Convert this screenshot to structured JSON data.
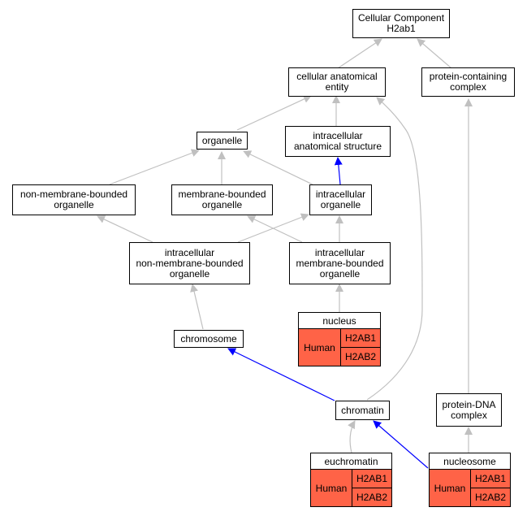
{
  "nodes": {
    "cc_root": "Cellular Component\nH2ab1",
    "cellular_anatomical_entity": "cellular anatomical\nentity",
    "protein_containing_complex": "protein-containing\ncomplex",
    "organelle": "organelle",
    "intracellular_anatomical_structure": "intracellular\nanatomical structure",
    "non_membrane_bounded_organelle": "non-membrane-bounded\norganelle",
    "membrane_bounded_organelle": "membrane-bounded\norganelle",
    "intracellular_organelle": "intracellular\norganelle",
    "intracellular_non_membrane_bounded_organelle": "intracellular\nnon-membrane-bounded\norganelle",
    "intracellular_membrane_bounded_organelle": "intracellular\nmembrane-bounded\norganelle",
    "chromosome": "chromosome",
    "chromatin": "chromatin",
    "protein_dna_complex": "protein-DNA\ncomplex"
  },
  "annotated": {
    "nucleus": {
      "title": "nucleus",
      "species": "Human",
      "genes": [
        "H2AB1",
        "H2AB2"
      ]
    },
    "euchromatin": {
      "title": "euchromatin",
      "species": "Human",
      "genes": [
        "H2AB1",
        "H2AB2"
      ]
    },
    "nucleosome": {
      "title": "nucleosome",
      "species": "Human",
      "genes": [
        "H2AB1",
        "H2AB2"
      ]
    }
  },
  "colors": {
    "annotation_fill": "#ff6347",
    "is_a_edge": "#c0c0c0",
    "part_of_edge": "#0000ff"
  }
}
